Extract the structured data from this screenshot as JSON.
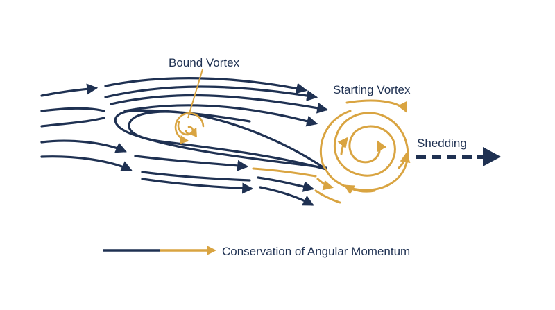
{
  "labels": {
    "bound_vortex": "Bound Vortex",
    "starting_vortex": "Starting Vortex",
    "shedding": "Shedding",
    "legend": "Conservation of Angular Momentum"
  },
  "colors": {
    "navy": "#1f3152",
    "gold": "#d9a441"
  }
}
